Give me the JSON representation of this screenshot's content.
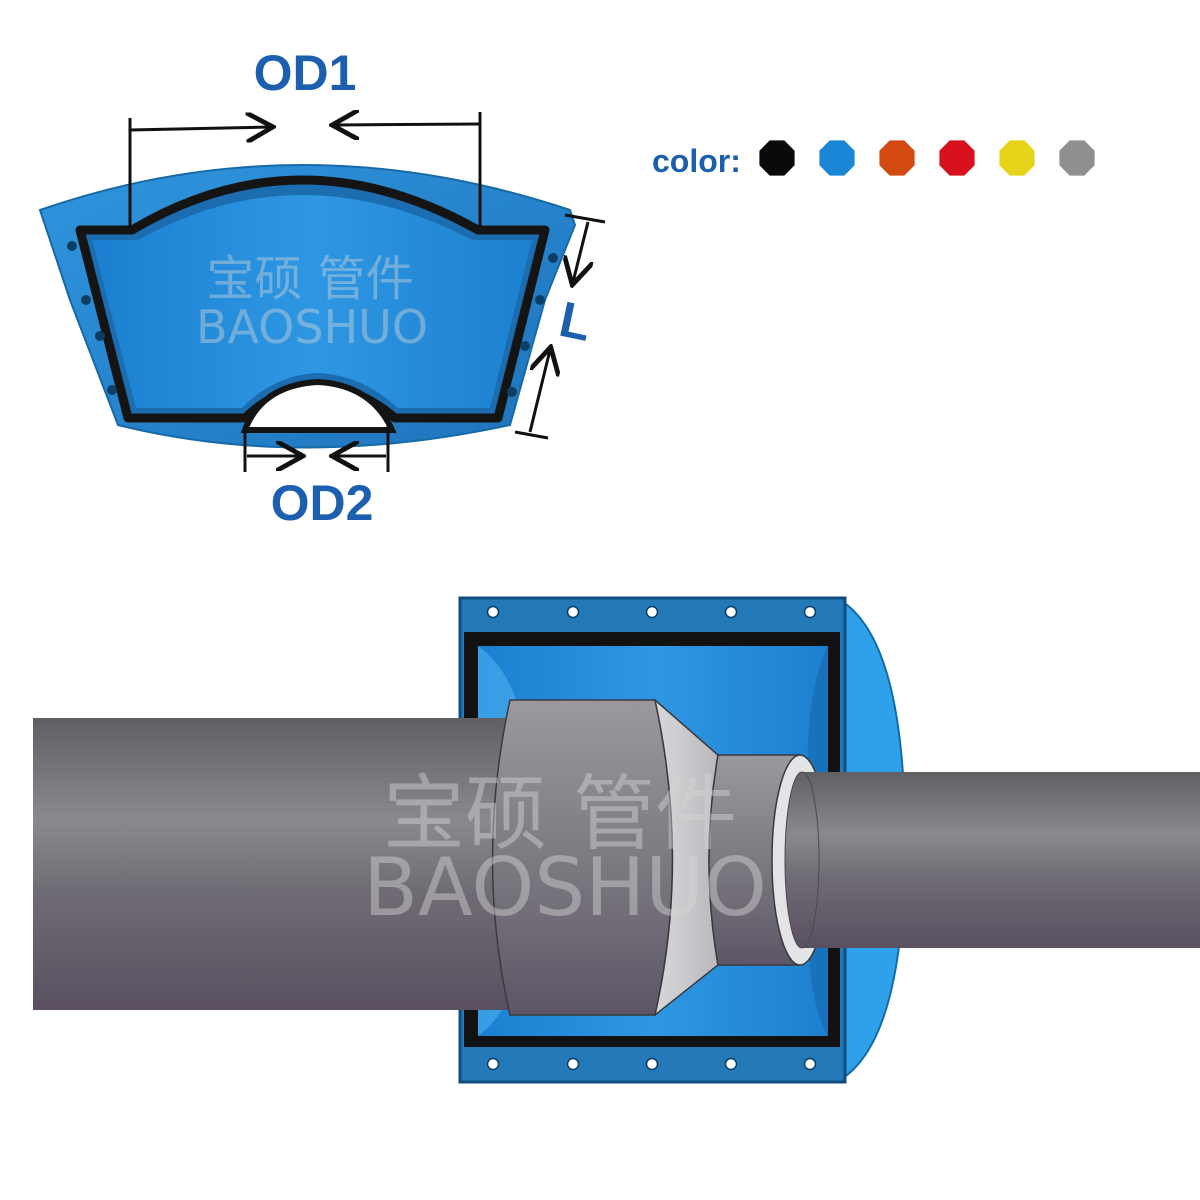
{
  "labels": {
    "od1": "OD1",
    "od2": "OD2",
    "length": "L",
    "color_label": "color:"
  },
  "color_options": [
    {
      "name": "black",
      "hex": "#0a0a0a"
    },
    {
      "name": "blue",
      "hex": "#1b85d6"
    },
    {
      "name": "orange",
      "hex": "#d24a12"
    },
    {
      "name": "red",
      "hex": "#d8101c"
    },
    {
      "name": "yellow",
      "hex": "#e6d31a"
    },
    {
      "name": "gray",
      "hex": "#8f8f8f"
    }
  ],
  "watermark": {
    "chinese": "宝硕  管件",
    "latin": "BAOSHUO"
  },
  "colors": {
    "accent_text": "#1c5fae",
    "clamp_blue": "#2d8fd6",
    "clamp_dark": "#1e5f93",
    "gasket": "#151515",
    "pipe": "#6c6a72"
  }
}
